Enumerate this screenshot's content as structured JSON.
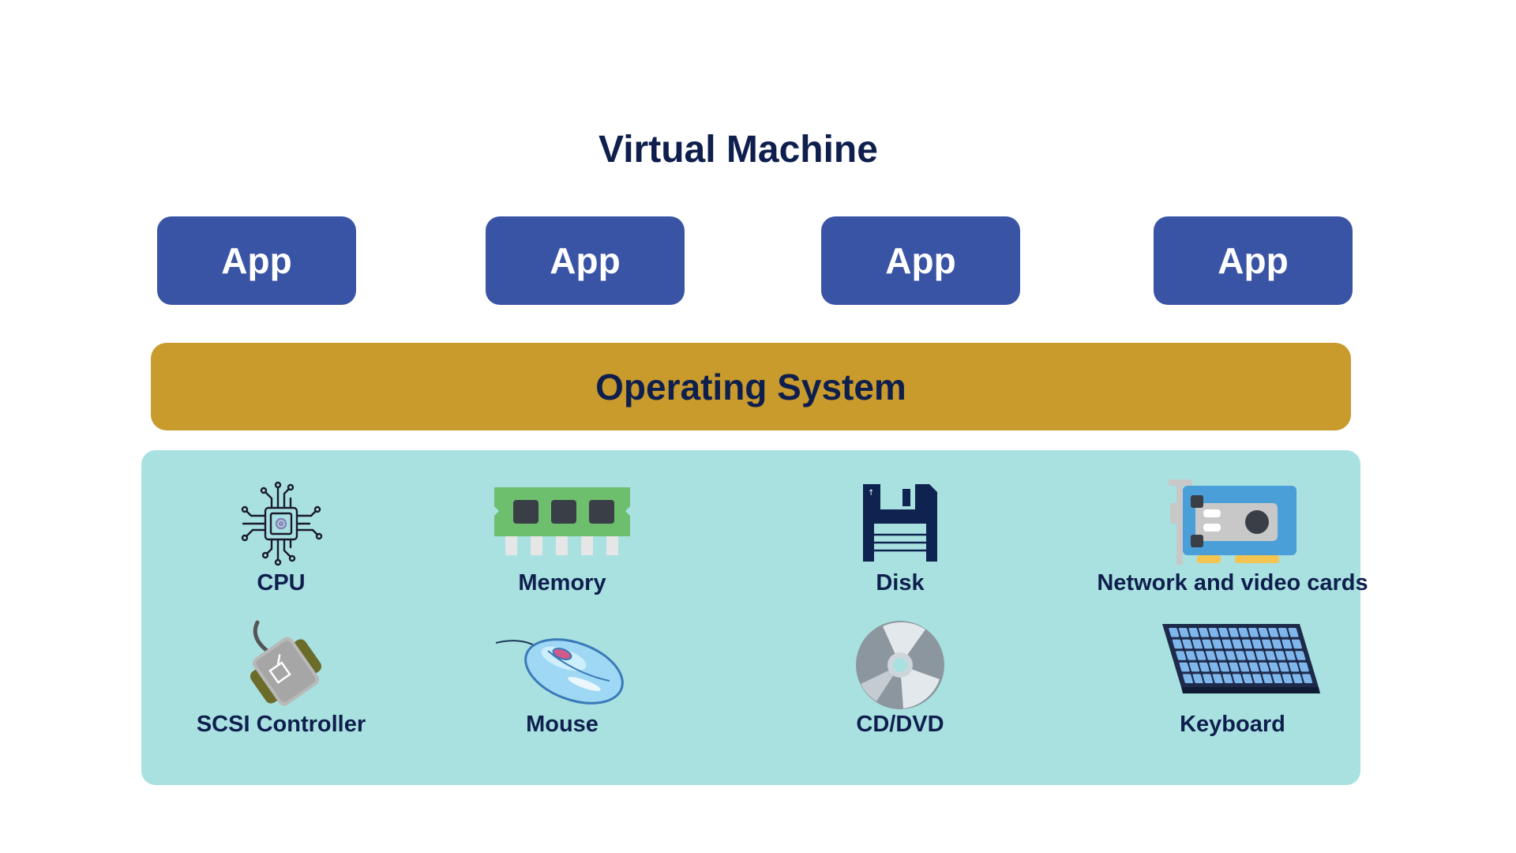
{
  "title": "Virtual Machine",
  "apps": [
    {
      "label": "App"
    },
    {
      "label": "App"
    },
    {
      "label": "App"
    },
    {
      "label": "App"
    }
  ],
  "os": {
    "label": "Operating System"
  },
  "hardware": {
    "row1": [
      {
        "label": "CPU",
        "icon": "cpu-chip-icon"
      },
      {
        "label": "Memory",
        "icon": "memory-ram-icon"
      },
      {
        "label": "Disk",
        "icon": "floppy-disk-icon"
      },
      {
        "label": "Network and video cards",
        "icon": "expansion-card-icon"
      }
    ],
    "row2": [
      {
        "label": "SCSI Controller",
        "icon": "scsi-connector-icon"
      },
      {
        "label": "Mouse",
        "icon": "mouse-icon"
      },
      {
        "label": "CD/DVD",
        "icon": "optical-disc-icon"
      },
      {
        "label": "Keyboard",
        "icon": "keyboard-icon"
      }
    ]
  },
  "colors": {
    "title_text": "#0f1f4d",
    "app_fill": "#3a54a5",
    "os_fill": "#c99a2c",
    "hw_fill": "#a9e1e1",
    "label_text": "#0f1f4d"
  }
}
